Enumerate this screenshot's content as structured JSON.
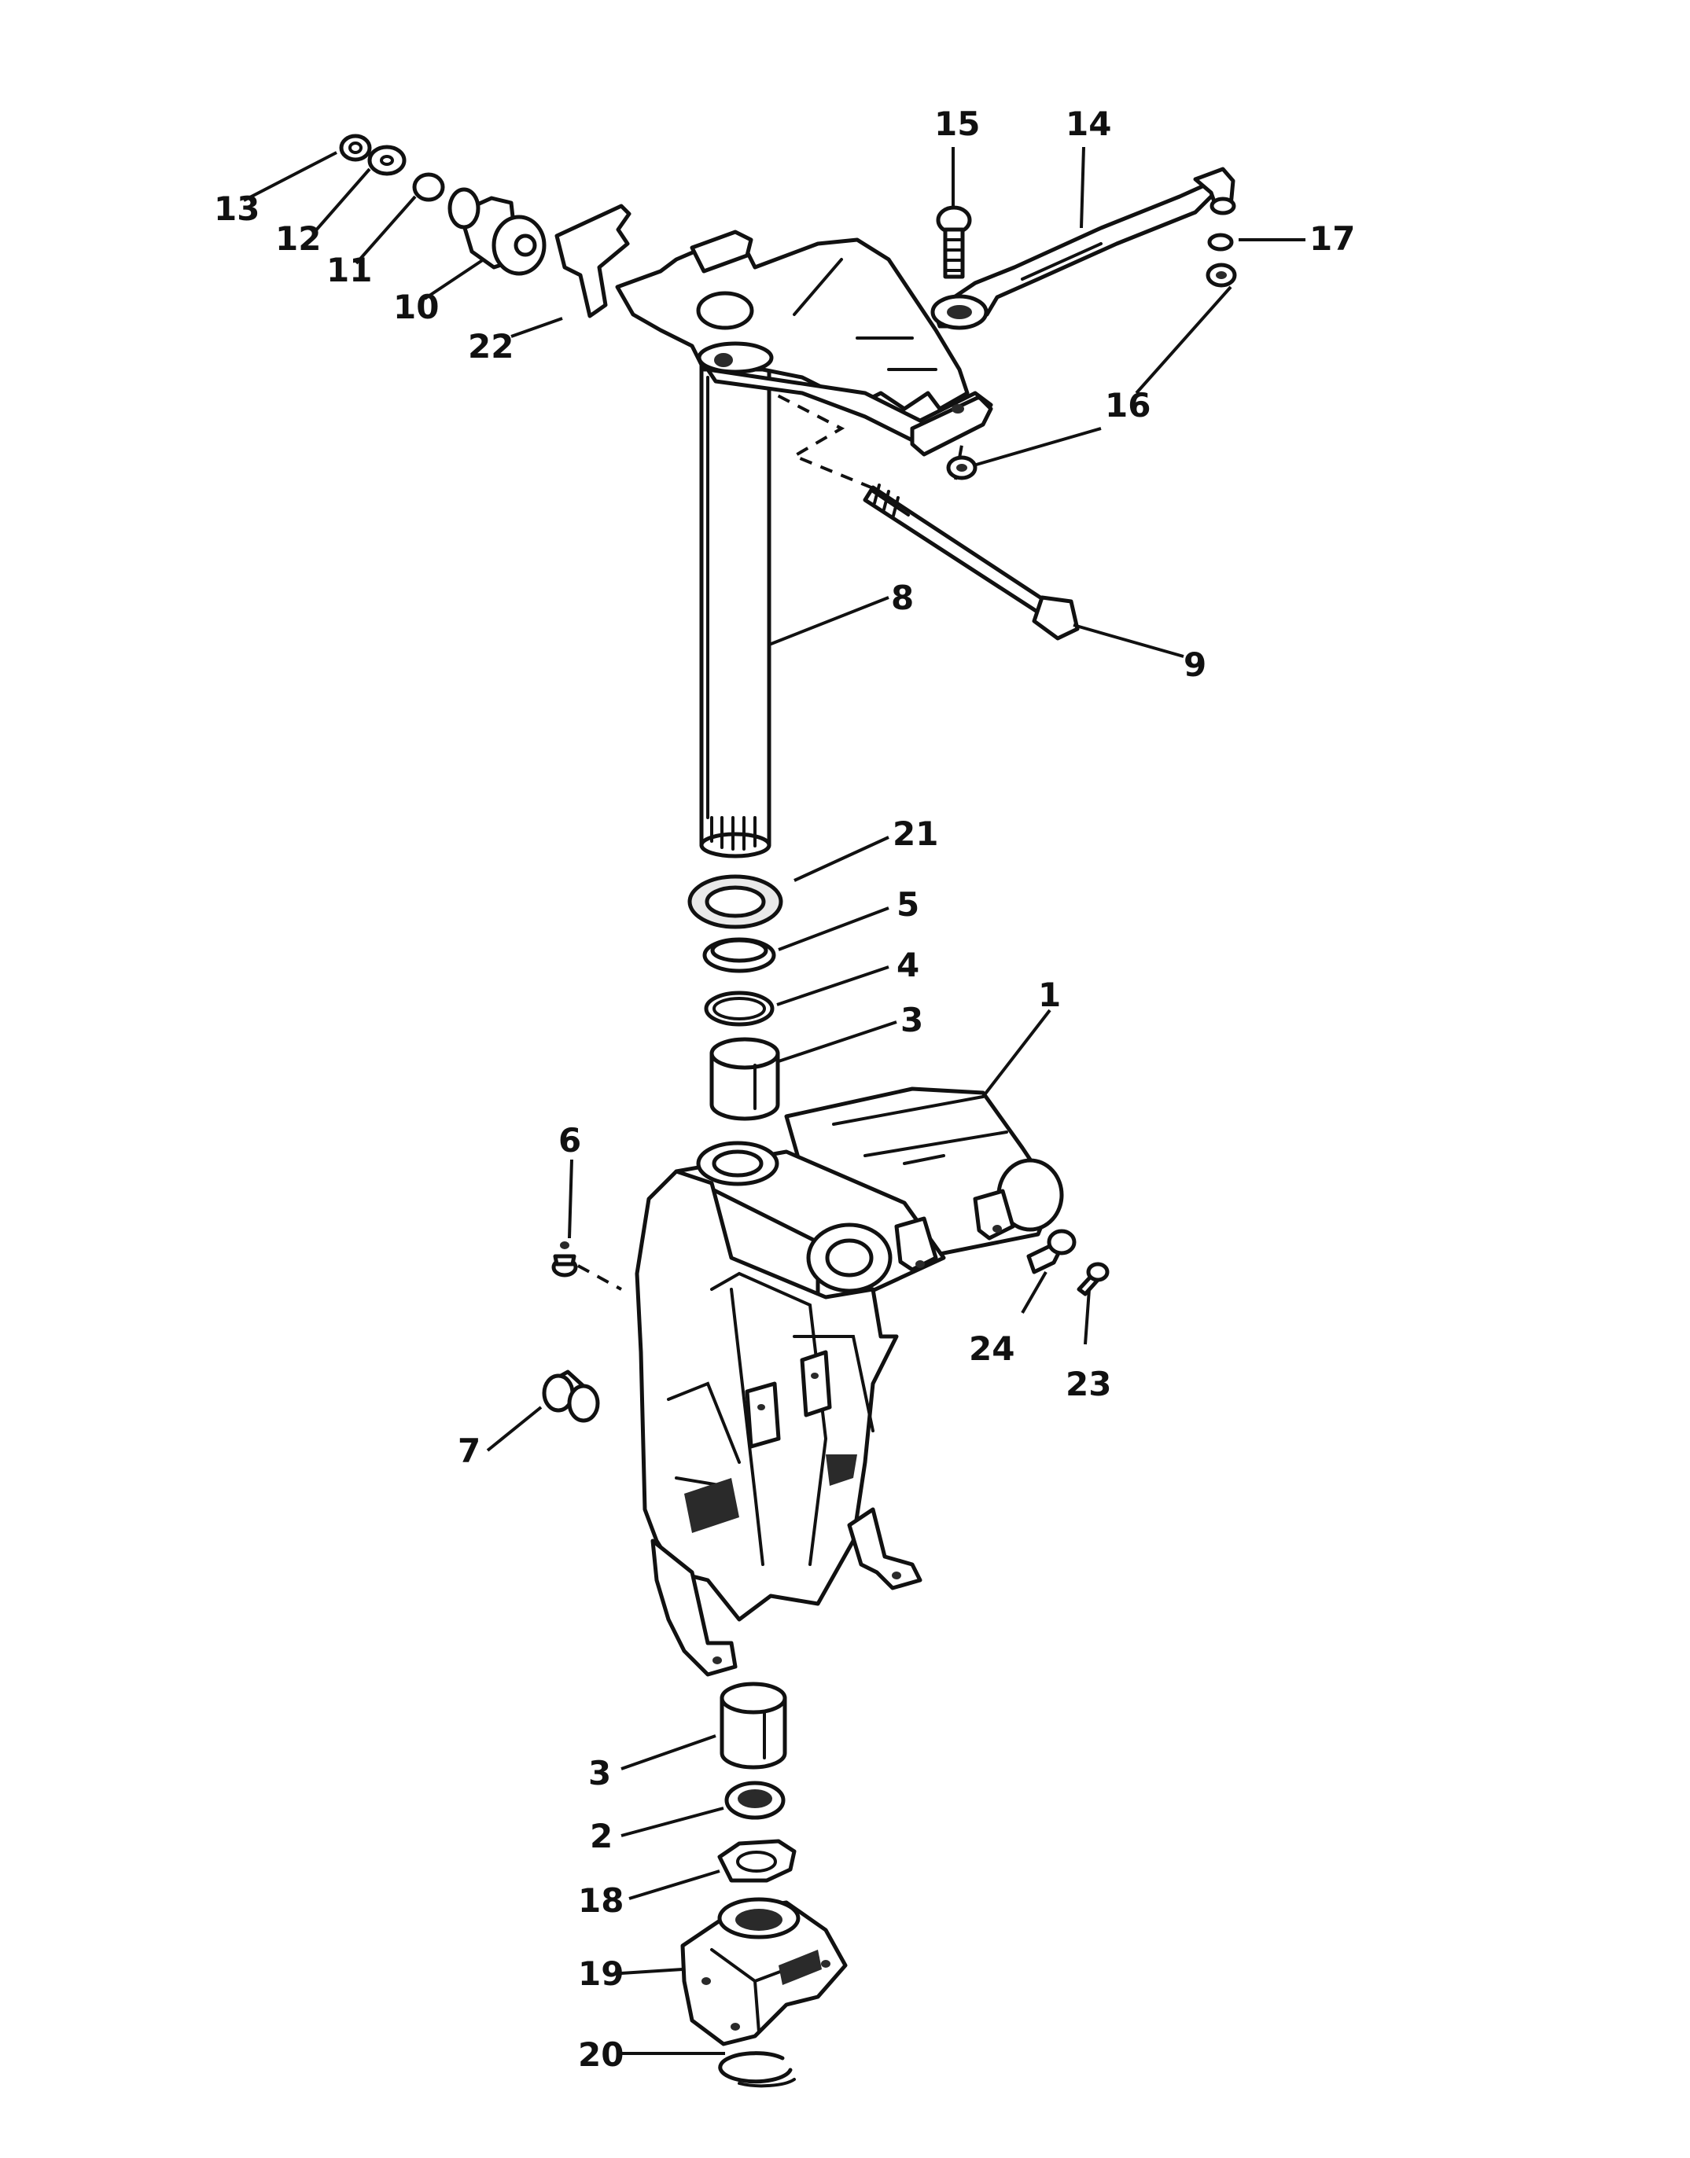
{
  "callouts": [
    {
      "id": "c1",
      "label": "1"
    },
    {
      "id": "c2",
      "label": "2"
    },
    {
      "id": "c3a",
      "label": "3"
    },
    {
      "id": "c3b",
      "label": "3"
    },
    {
      "id": "c4",
      "label": "4"
    },
    {
      "id": "c5",
      "label": "5"
    },
    {
      "id": "c6",
      "label": "6"
    },
    {
      "id": "c7",
      "label": "7"
    },
    {
      "id": "c8",
      "label": "8"
    },
    {
      "id": "c9",
      "label": "9"
    },
    {
      "id": "c10",
      "label": "10"
    },
    {
      "id": "c11",
      "label": "11"
    },
    {
      "id": "c12",
      "label": "12"
    },
    {
      "id": "c13",
      "label": "13"
    },
    {
      "id": "c14",
      "label": "14"
    },
    {
      "id": "c15",
      "label": "15"
    },
    {
      "id": "c16",
      "label": "16"
    },
    {
      "id": "c17",
      "label": "17"
    },
    {
      "id": "c18",
      "label": "18"
    },
    {
      "id": "c19",
      "label": "19"
    },
    {
      "id": "c20",
      "label": "20"
    },
    {
      "id": "c21",
      "label": "21"
    },
    {
      "id": "c22",
      "label": "22"
    },
    {
      "id": "c23",
      "label": "23"
    },
    {
      "id": "c24",
      "label": "24"
    }
  ]
}
